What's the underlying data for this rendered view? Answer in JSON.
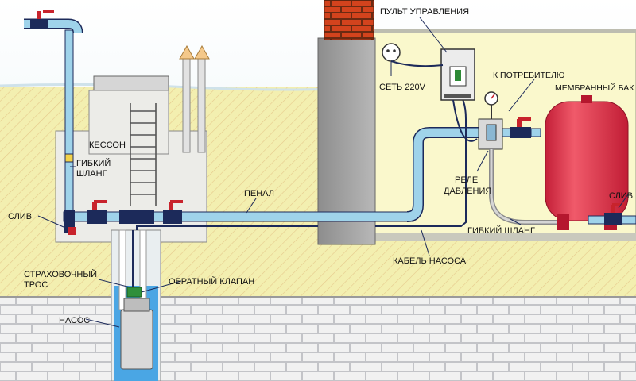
{
  "labels": {
    "control_panel": "ПУЛЬТ УПРАВЛЕНИЯ",
    "mains": "СЕТЬ 220V",
    "to_consumer": "К ПОТРЕБИТЕЛЮ",
    "membrane_tank": "МЕМБРАННЫЙ БАК",
    "caisson": "КЕССОН",
    "flex_hose_left_1": "ГИБКИЙ",
    "flex_hose_left_2": "ШЛАНГ",
    "casing": "ПЕНАЛ",
    "pressure_relay_1": "РЕЛЕ",
    "pressure_relay_2": "ДАВЛЕНИЯ",
    "drain_left": "СЛИВ",
    "drain_right": "СЛИВ",
    "flex_hose_right": "ГИБКИЙ ШЛАНГ",
    "pump_cable": "КАБЕЛЬ НАСОСА",
    "safety_rope_1": "СТРАХОВОЧНЫЙ",
    "safety_rope_2": "ТРОС",
    "check_valve": "ОБРАТНЫЙ КЛАПАН",
    "pump": "НАСОС"
  },
  "colors": {
    "pipe_blue": "#9fd3ea",
    "pipe_dark": "#1c2a5a",
    "soil_yellow": "#f3efb4",
    "brick_gray": "#bfc0c4",
    "tank_red": "#e23a4f",
    "valve_red": "#c8232c"
  }
}
